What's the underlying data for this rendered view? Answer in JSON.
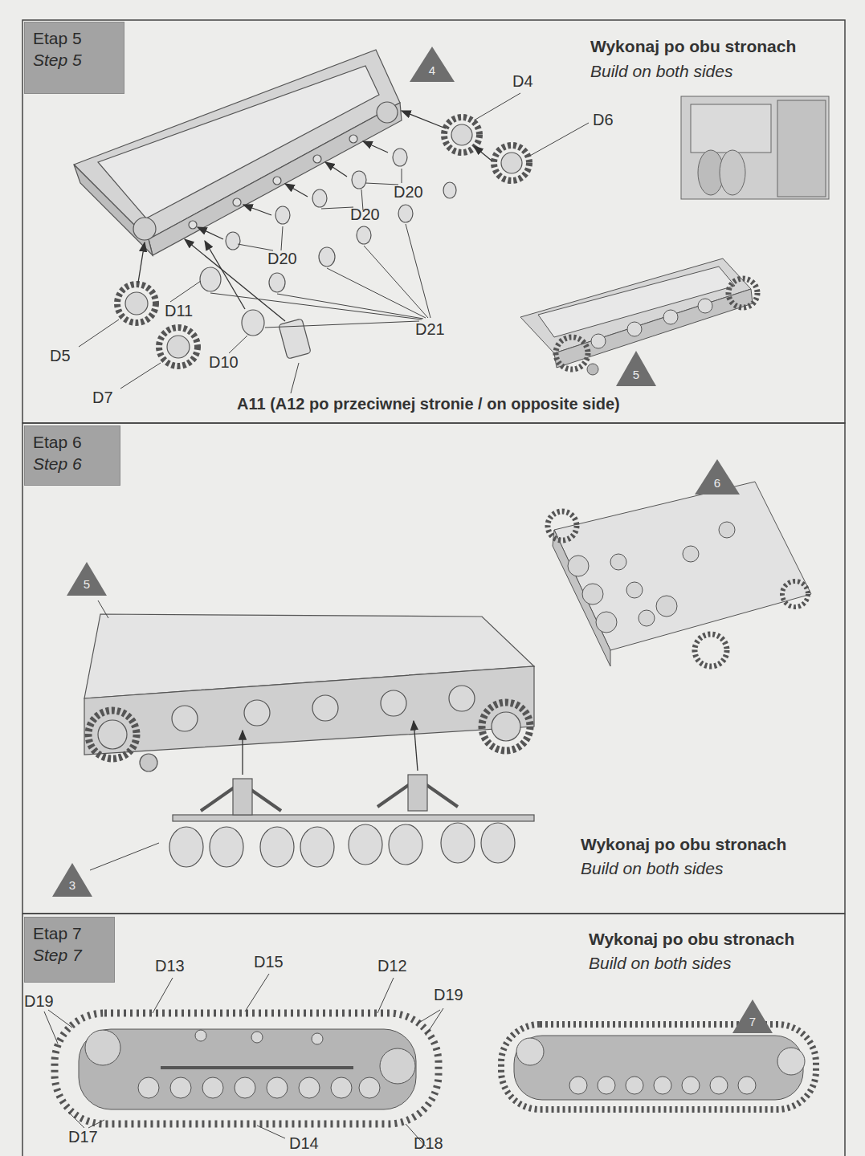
{
  "diagram": {
    "nodes": [
      {
        "text": [
          "Etap 5",
          "Step 5"
        ]
      },
      {
        "text": [
          "4"
        ]
      },
      {
        "text": [
          "5"
        ]
      },
      {
        "text": [
          "Etap 6",
          "Step 6"
        ]
      },
      {
        "text": [
          "6"
        ]
      },
      {
        "text": [
          "5"
        ]
      },
      {
        "text": [
          "3"
        ]
      },
      {
        "text": [
          "Etap 7",
          "Step 7"
        ]
      },
      {
        "text": [
          "7"
        ]
      }
    ],
    "labels": [
      "Wykonaj po obu stronach",
      "Build on both sides",
      "D4",
      "D6",
      "D20",
      "D20",
      "D20",
      "D11",
      "D21",
      "D5",
      "D10",
      "D7",
      "A11 (A12 po przeciwnej stronie / on opposite side)",
      "Wykonaj po obu stronach",
      "Build on both sides",
      "Wykonaj po obu stronach",
      "Build on both sides",
      "D13",
      "D15",
      "D12",
      "D19",
      "D19",
      "D17",
      "D14",
      "D18"
    ]
  }
}
